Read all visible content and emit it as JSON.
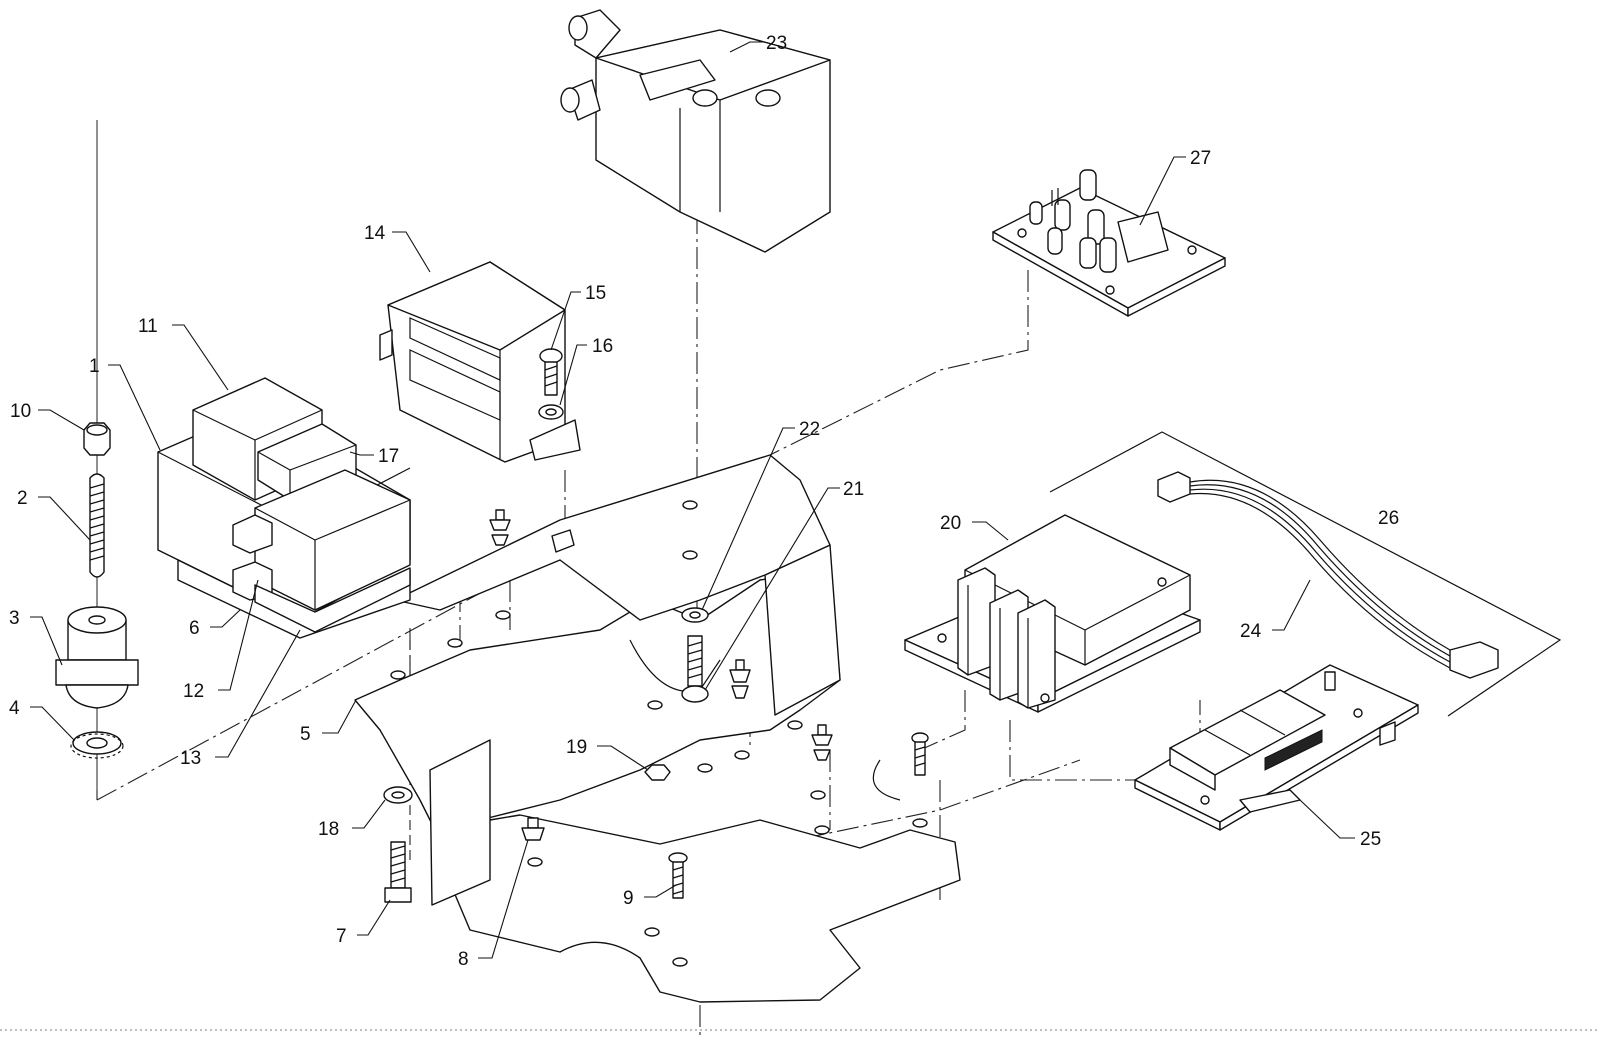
{
  "callouts": [
    {
      "id": "c1",
      "text": "1"
    },
    {
      "id": "c2",
      "text": "2"
    },
    {
      "id": "c3",
      "text": "3"
    },
    {
      "id": "c4",
      "text": "4"
    },
    {
      "id": "c5",
      "text": "5"
    },
    {
      "id": "c6",
      "text": "6"
    },
    {
      "id": "c7",
      "text": "7"
    },
    {
      "id": "c8",
      "text": "8"
    },
    {
      "id": "c9",
      "text": "9"
    },
    {
      "id": "c10",
      "text": "10"
    },
    {
      "id": "c11",
      "text": "11"
    },
    {
      "id": "c12",
      "text": "12"
    },
    {
      "id": "c13",
      "text": "13"
    },
    {
      "id": "c14",
      "text": "14"
    },
    {
      "id": "c15",
      "text": "15"
    },
    {
      "id": "c16",
      "text": "16"
    },
    {
      "id": "c17",
      "text": "17"
    },
    {
      "id": "c18",
      "text": "18"
    },
    {
      "id": "c19",
      "text": "19"
    },
    {
      "id": "c20",
      "text": "20"
    },
    {
      "id": "c21",
      "text": "21"
    },
    {
      "id": "c22",
      "text": "22"
    },
    {
      "id": "c23",
      "text": "23"
    },
    {
      "id": "c24",
      "text": "24"
    },
    {
      "id": "c25",
      "text": "25"
    },
    {
      "id": "c26",
      "text": "26"
    },
    {
      "id": "c27",
      "text": "27"
    }
  ],
  "colors": {
    "line": "#111111",
    "background": "#ffffff"
  }
}
